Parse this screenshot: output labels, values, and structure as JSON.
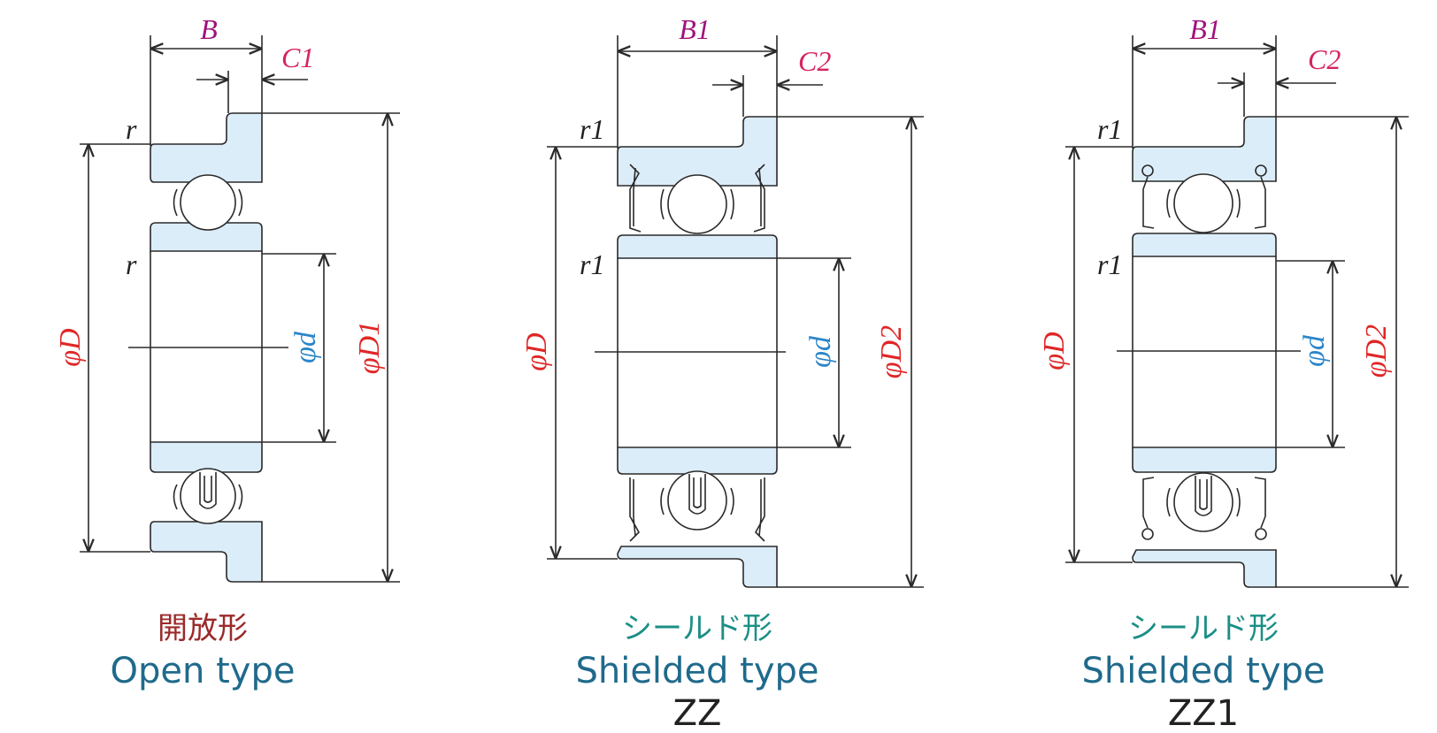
{
  "colors": {
    "fill": "#dcedfa",
    "line": "#2a2a2a",
    "magenta": "#a0127c",
    "pink": "#d6245e",
    "red": "#e02626",
    "blue": "#2b86c9",
    "maroon": "#9b2a2a",
    "teal": "#1b8f86",
    "navy": "#1f6a8c"
  },
  "bearings": [
    {
      "label_width": "B",
      "label_chamfer": "C1",
      "label_radius_top": "r",
      "label_radius_inner": "r",
      "label_outer": "φD",
      "label_bore": "φd",
      "label_flange": "φD1",
      "caption_jp": "開放形",
      "caption_en": "Open type",
      "caption_code": ""
    },
    {
      "label_width": "B1",
      "label_chamfer": "C2",
      "label_radius_top": "r1",
      "label_radius_inner": "r1",
      "label_outer": "φD",
      "label_bore": "φd",
      "label_flange": "φD2",
      "caption_jp": "シールド形",
      "caption_en": "Shielded type",
      "caption_code": "ZZ"
    },
    {
      "label_width": "B1",
      "label_chamfer": "C2",
      "label_radius_top": "r1",
      "label_radius_inner": "r1",
      "label_outer": "φD",
      "label_bore": "φd",
      "label_flange": "φD2",
      "caption_jp": "シールド形",
      "caption_en": "Shielded type",
      "caption_code": "ZZ1"
    }
  ]
}
